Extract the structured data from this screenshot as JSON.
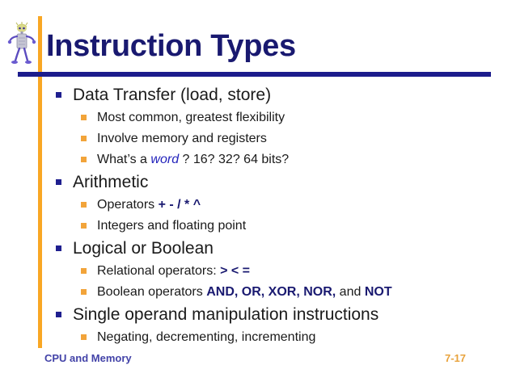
{
  "slide": {
    "title": "Instruction Types",
    "mascot_icon": "robot-mascot-icon",
    "accent_color": "#f9a724",
    "rule_color": "#1c1c8c",
    "title_color": "#191970",
    "bullet_l1_color": "#1f1f8f",
    "bullet_l2_color": "#f2a43a"
  },
  "content": {
    "bullets": [
      {
        "text": "Data Transfer (load, store)",
        "children": [
          {
            "parts": [
              {
                "t": "Most common, greatest flexibility",
                "style": "plain"
              }
            ]
          },
          {
            "parts": [
              {
                "t": "Involve memory and registers",
                "style": "plain"
              }
            ]
          },
          {
            "parts": [
              {
                "t": "What’s a ",
                "style": "plain"
              },
              {
                "t": "word",
                "style": "italic-blue"
              },
              {
                "t": " ?  16? 32? 64 bits?",
                "style": "plain"
              }
            ]
          }
        ]
      },
      {
        "text": "Arithmetic",
        "children": [
          {
            "parts": [
              {
                "t": "Operators ",
                "style": "plain"
              },
              {
                "t": "+ - / * ^",
                "style": "bold-navy"
              }
            ]
          },
          {
            "parts": [
              {
                "t": "Integers and floating point",
                "style": "plain"
              }
            ]
          }
        ]
      },
      {
        "text": "Logical or Boolean",
        "children": [
          {
            "parts": [
              {
                "t": "Relational operators:  ",
                "style": "plain"
              },
              {
                "t": "> < =",
                "style": "bold-navy"
              }
            ]
          },
          {
            "parts": [
              {
                "t": "Boolean operators ",
                "style": "plain"
              },
              {
                "t": "AND, OR, XOR, NOR,",
                "style": "bold-navy"
              },
              {
                "t": " and ",
                "style": "plain"
              },
              {
                "t": "NOT",
                "style": "bold-navy"
              }
            ]
          }
        ]
      },
      {
        "text": "Single operand manipulation instructions",
        "children": [
          {
            "parts": [
              {
                "t": "Negating, decrementing, incrementing",
                "style": "plain"
              }
            ]
          }
        ]
      }
    ]
  },
  "footer": {
    "left_label": "CPU and Memory",
    "page_number": "7-17"
  }
}
